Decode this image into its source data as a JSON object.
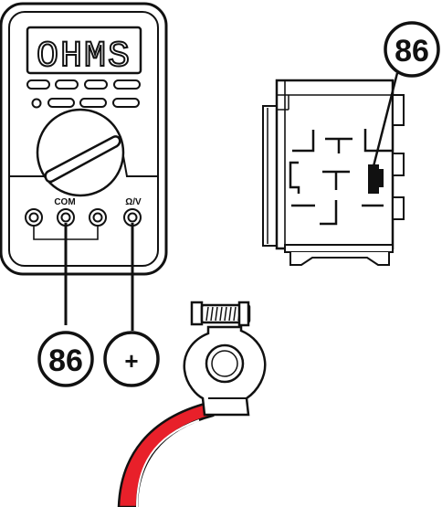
{
  "multimeter": {
    "display": "OHMS",
    "jack_labels": {
      "com": "COM",
      "ohm_volt": "Ω/V"
    }
  },
  "callouts": {
    "relay_pin": "86",
    "lead_pin": "86",
    "battery_terminal": "+"
  },
  "colors": {
    "outline": "#111111",
    "battery_cable": "#e8202a",
    "pin_highlight": "#111111"
  }
}
